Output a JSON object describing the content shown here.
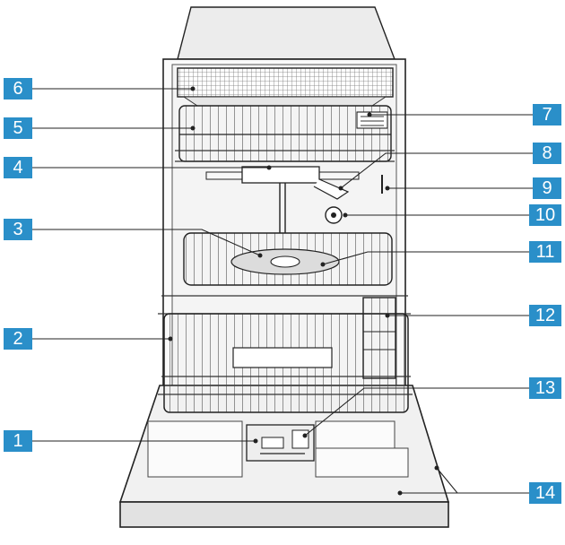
{
  "colors": {
    "label_fill": "#2a8fc9",
    "label_text": "#ffffff",
    "line": "#222222",
    "paper": "#ffffff",
    "tub": "#f2f2f2",
    "panel": "#e4e4e4"
  },
  "labels": [
    {
      "id": "l1",
      "text": "1",
      "part": "detergent-dispenser"
    },
    {
      "id": "l2",
      "text": "2",
      "part": "lower-basket"
    },
    {
      "id": "l3",
      "text": "3",
      "part": "lower-spray-arm"
    },
    {
      "id": "l4",
      "text": "4",
      "part": "upper-spray-arm"
    },
    {
      "id": "l5",
      "text": "5",
      "part": "upper-basket"
    },
    {
      "id": "l6",
      "text": "6",
      "part": "cutlery-drawer"
    },
    {
      "id": "l7",
      "text": "7",
      "part": "cup-rack"
    },
    {
      "id": "l8",
      "text": "8",
      "part": "water-inlet-tube"
    },
    {
      "id": "l9",
      "text": "9",
      "part": "basket-adjuster"
    },
    {
      "id": "l10",
      "text": "10",
      "part": "dispenser-nozzle"
    },
    {
      "id": "l11",
      "text": "11",
      "part": "filter-system"
    },
    {
      "id": "l12",
      "text": "12",
      "part": "cutlery-basket"
    },
    {
      "id": "l13",
      "text": "13",
      "part": "rinse-aid-dispenser"
    },
    {
      "id": "l14",
      "text": "14",
      "part": "rating-plate"
    }
  ]
}
